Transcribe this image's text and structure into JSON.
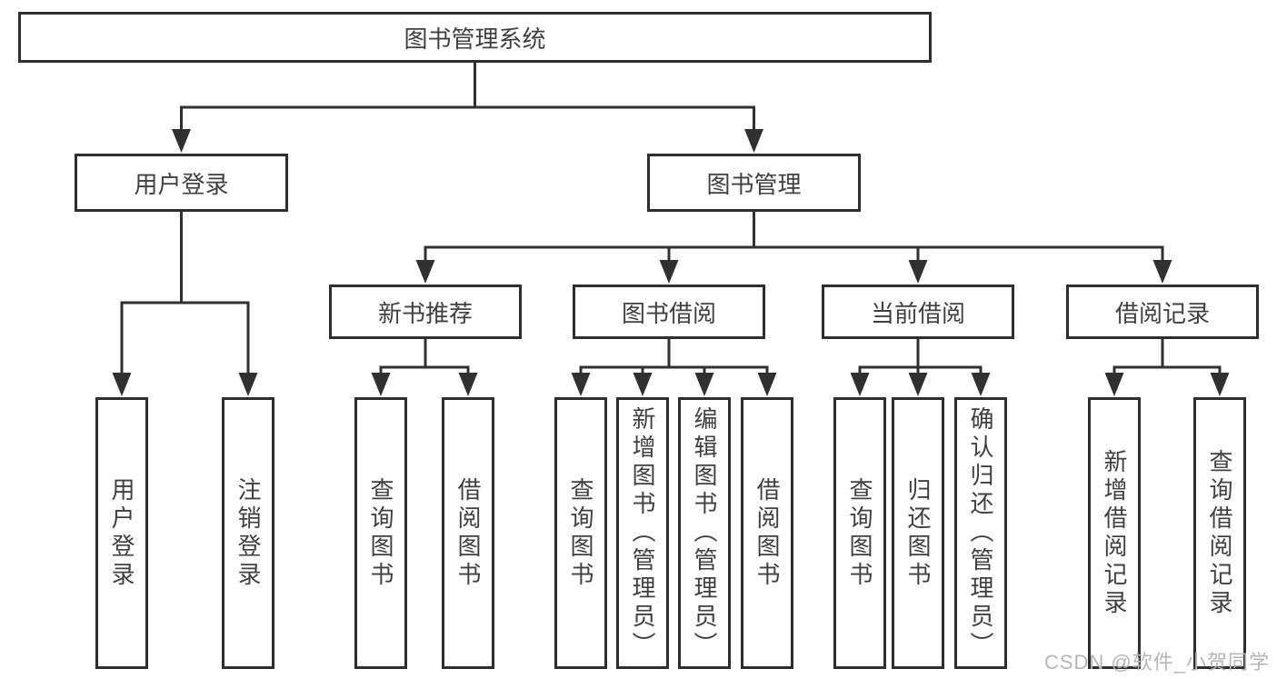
{
  "diagram": {
    "title": "图书管理系统",
    "level2": {
      "user_login": "用户登录",
      "book_mgmt": "图书管理"
    },
    "level3": {
      "new_book": "新书推荐",
      "book_borrow": "图书借阅",
      "current_borrow": "当前借阅",
      "borrow_record": "借阅记录"
    },
    "leaves": {
      "user_login": "用户登录",
      "logout": "注销登录",
      "nb_query_book": "查询图书",
      "nb_borrow_book": "借阅图书",
      "bb_query_book": "查询图书",
      "bb_add_book": "新增图书（管理员）",
      "bb_edit_book": "编辑图书（管理员）",
      "bb_borrow_book": "借阅图书",
      "cb_query_book": "查询图书",
      "cb_return_book": "归还图书",
      "cb_confirm_return": "确认归还（管理员）",
      "br_add_record": "新增借阅记录",
      "br_query_record": "查询借阅记录"
    }
  },
  "watermark": "CSDN @软件_小贺同学",
  "colors": {
    "line": "#303030",
    "text": "#404040",
    "box_border": "#2e2e2e",
    "box_background": "#ffffff",
    "watermark": "#b5b5b5",
    "page_background": "#ffffff"
  }
}
